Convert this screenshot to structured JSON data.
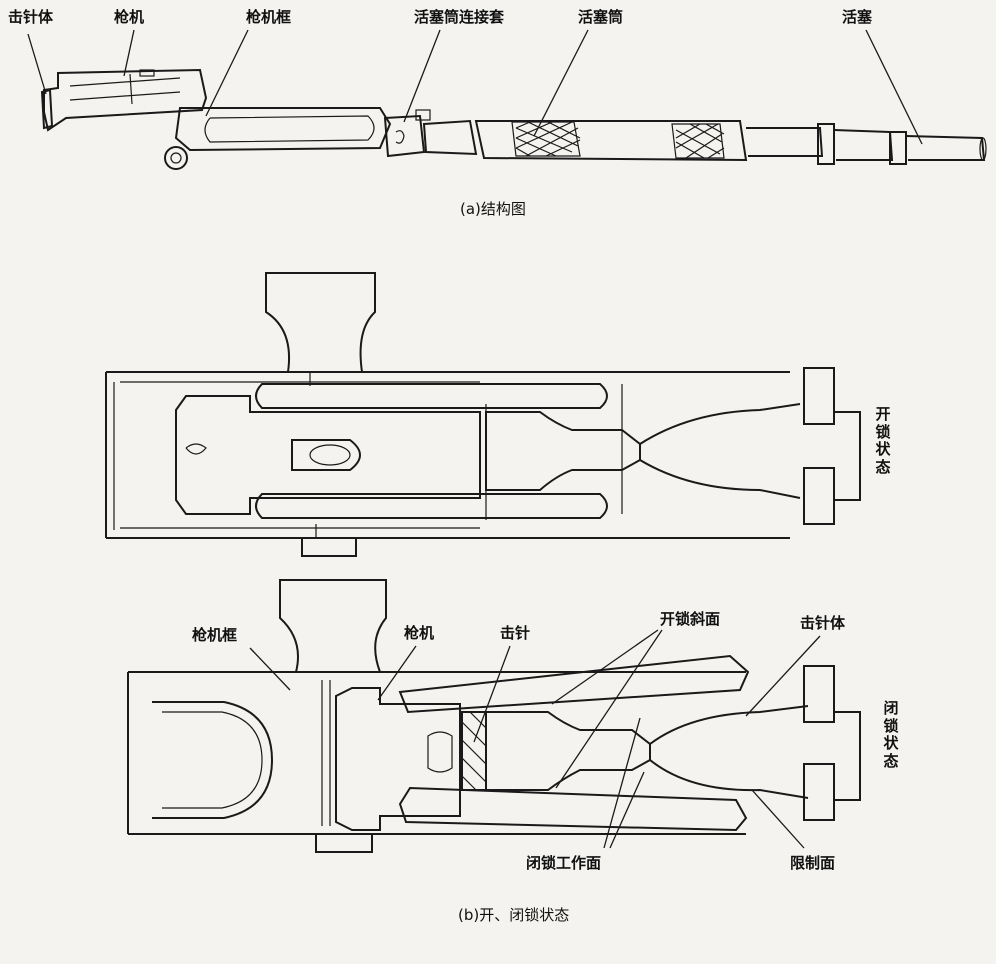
{
  "figure_a": {
    "labels": {
      "firing_pin_body": "击针体",
      "bolt": "枪机",
      "bolt_carrier": "枪机框",
      "piston_tube_connector": "活塞筒连接套",
      "piston_tube": "活塞筒",
      "piston": "活塞"
    },
    "caption": "(a)结构图"
  },
  "figure_b_unlocked": {
    "state_label": "开锁状态"
  },
  "figure_b_locked": {
    "labels": {
      "bolt_carrier": "枪机框",
      "bolt": "枪机",
      "firing_pin": "击针",
      "unlock_ramp": "开锁斜面",
      "firing_pin_body": "击针体",
      "lock_working_face": "闭锁工作面",
      "limit_face": "限制面"
    },
    "state_label": "闭锁状态"
  },
  "figure_b_caption": "(b)开、闭锁状态"
}
